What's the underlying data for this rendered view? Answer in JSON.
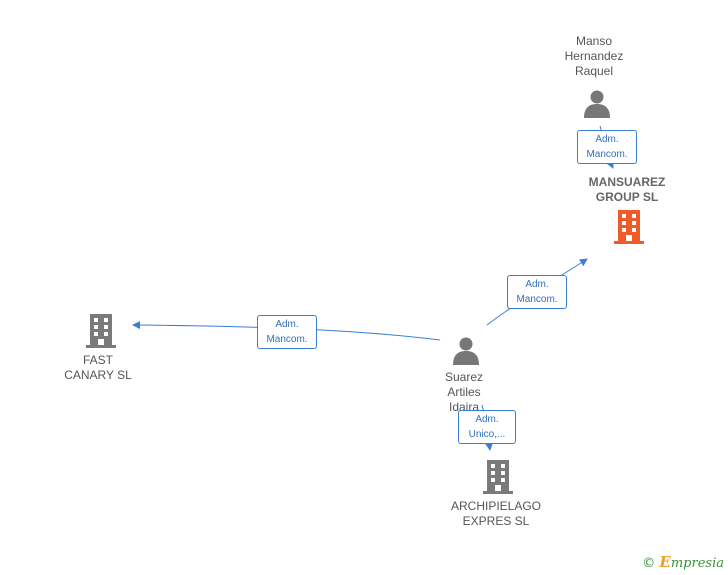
{
  "colors": {
    "edge": "#3a7fd5",
    "person_icon": "#777777",
    "company_icon": "#7a7a7a",
    "focus_company_icon": "#f05a28"
  },
  "nodes": {
    "manso": {
      "label": "Manso\nHernandez\nRaquel",
      "icon": "person-icon"
    },
    "mansuarez": {
      "label": "MANSUAREZ\nGROUP  SL",
      "icon": "building-icon"
    },
    "fast_canary": {
      "label": "FAST\nCANARY  SL",
      "icon": "building-icon"
    },
    "suarez": {
      "label": "Suarez\nArtiles\nIdaira",
      "icon": "person-icon"
    },
    "archipielago": {
      "label": "ARCHIPIELAGO\nEXPRES  SL",
      "icon": "building-icon"
    }
  },
  "edges": {
    "manso_mansuarez": "Adm.\nMancom.",
    "suarez_fast": "Adm.\nMancom.",
    "suarez_mansuarez": "Adm.\nMancom.",
    "suarez_archipielago": "Adm.\nUnico,..."
  },
  "watermark": {
    "copyright": "©",
    "brand_initial": "E",
    "brand_rest": "mpresia"
  }
}
